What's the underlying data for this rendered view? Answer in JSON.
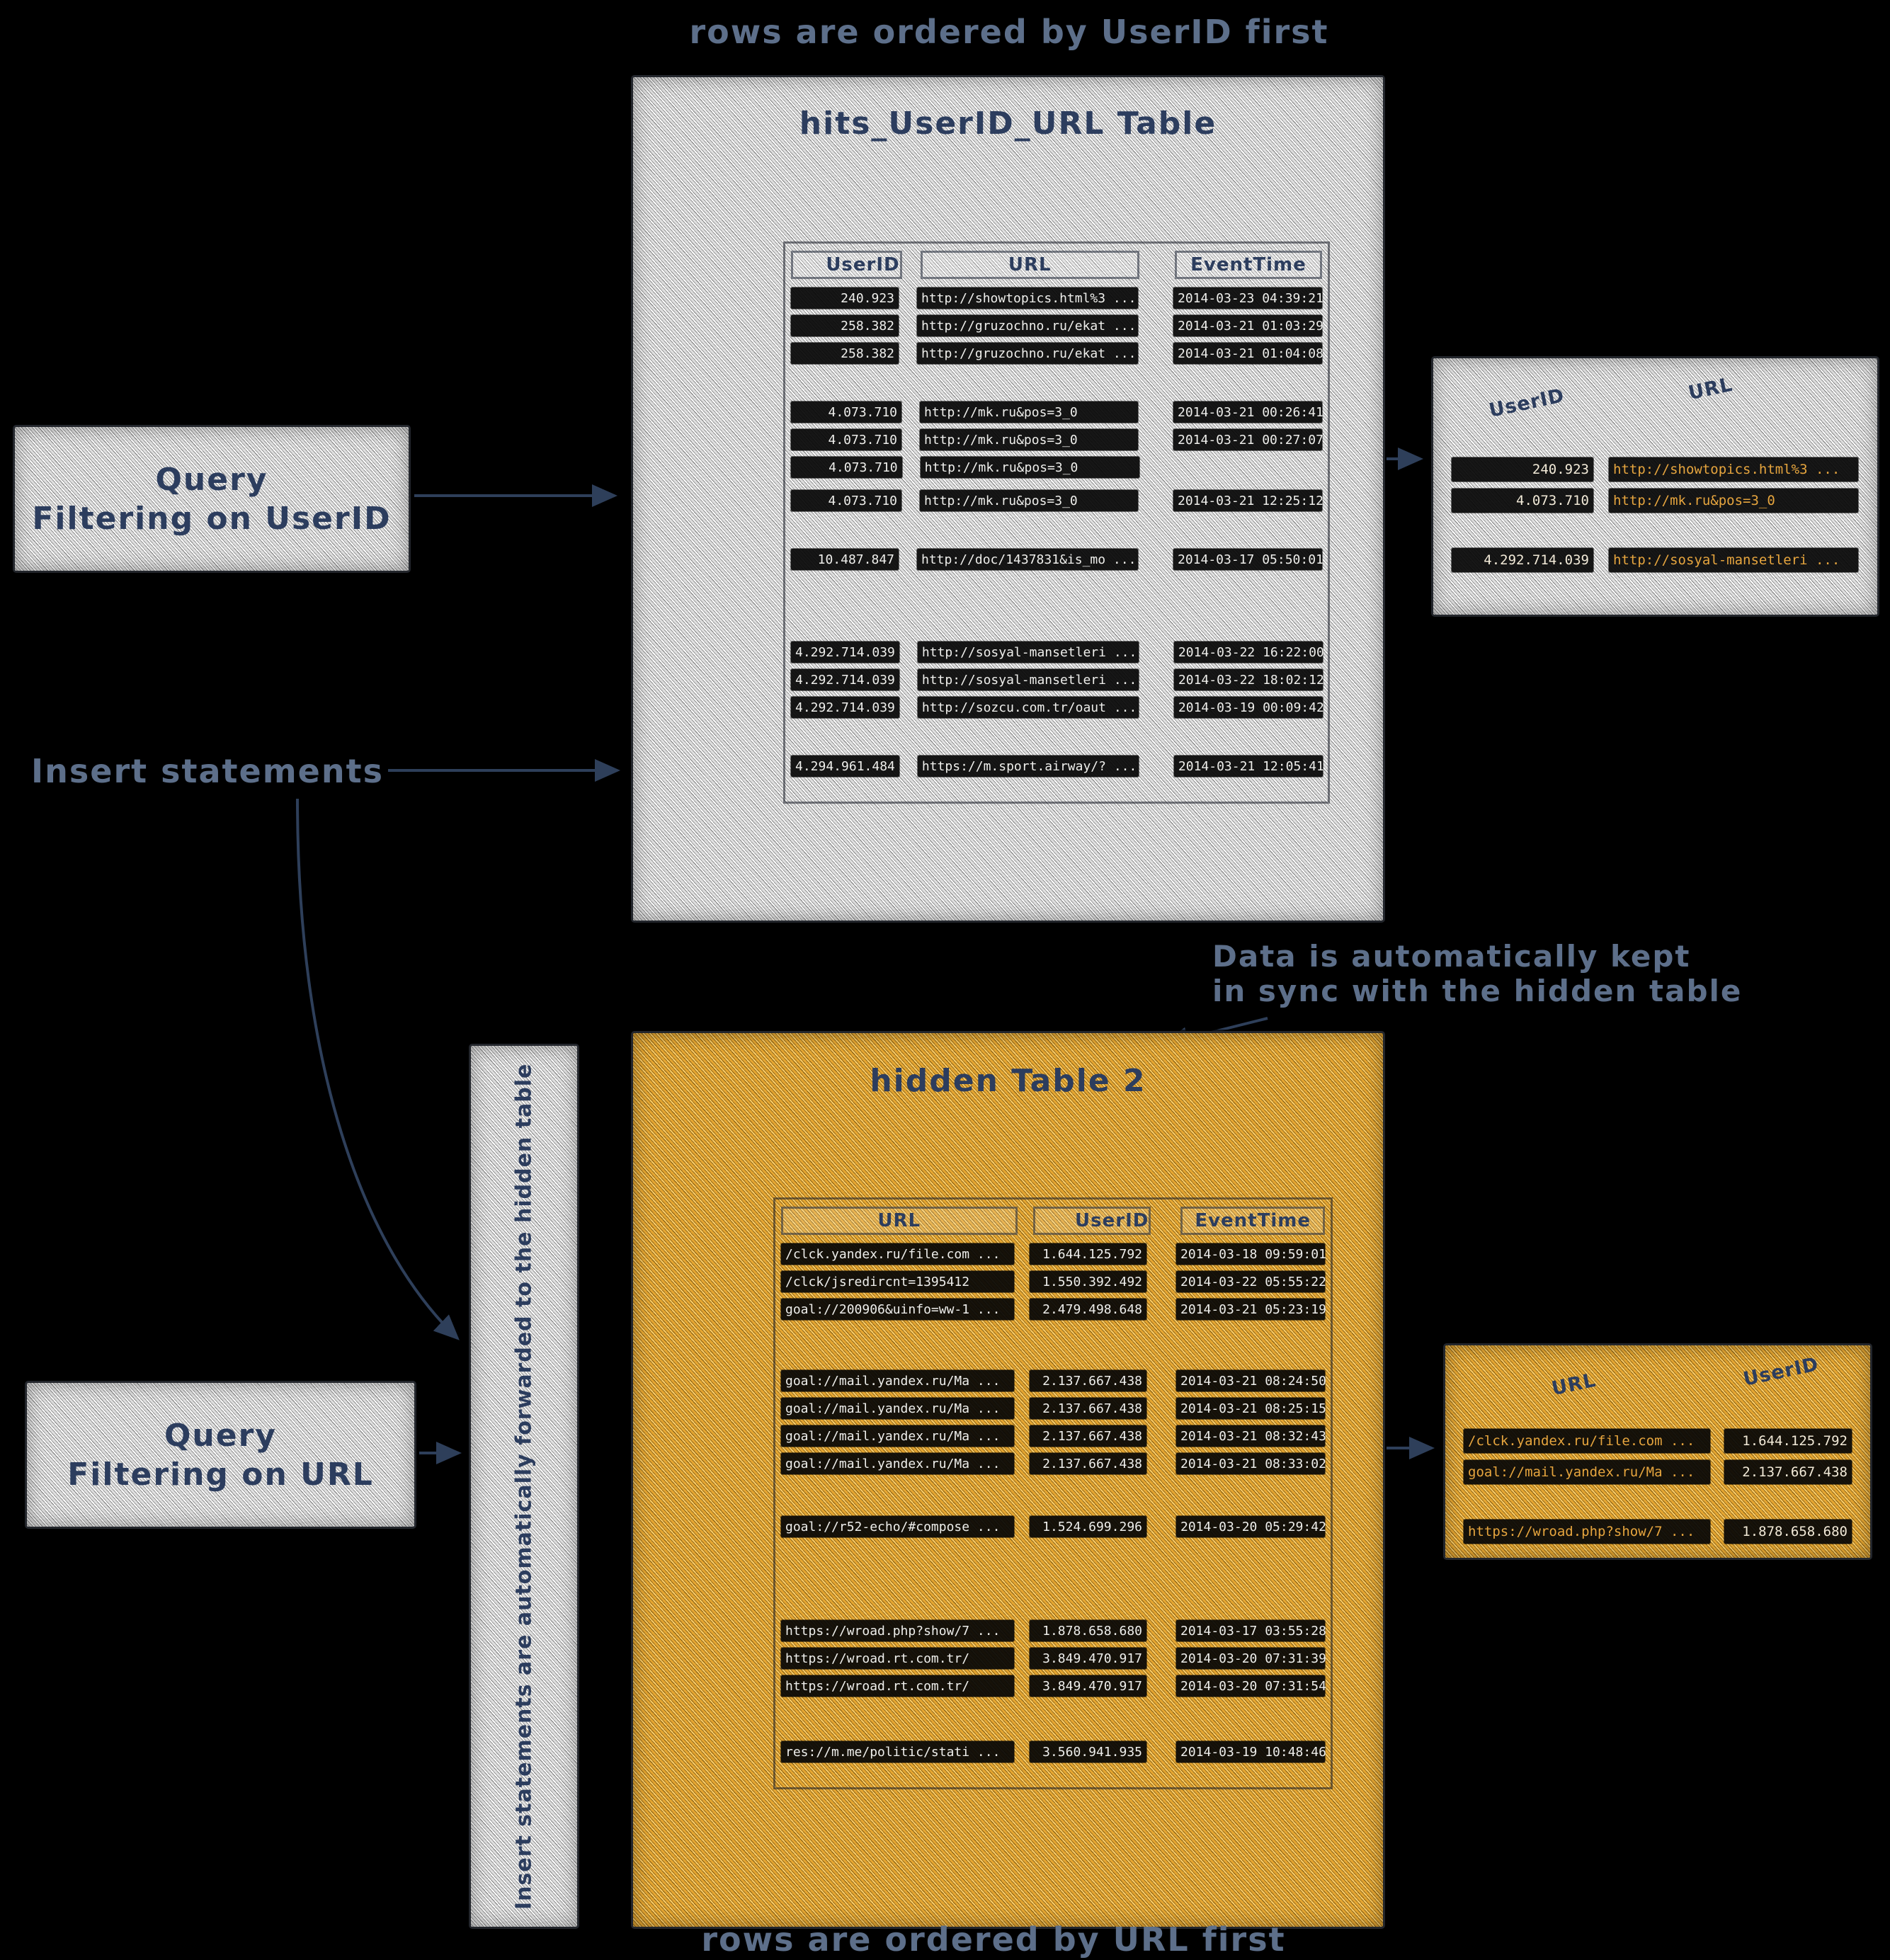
{
  "annotations": {
    "top_note": "rows are ordered by UserID first",
    "bottom_note": "rows are ordered by URL first",
    "sync_line1": "Data is automatically kept",
    "sync_line2": "in sync with the hidden table",
    "insert_label": "Insert statements",
    "vertical_note": "Insert statements are automatically forwarded to the hidden table"
  },
  "query_userid_box": {
    "line1": "Query",
    "line2": "Filtering on UserID"
  },
  "query_url_box": {
    "line1": "Query",
    "line2": "Filtering on URL"
  },
  "main_table": {
    "title": "hits_UserID_URL Table",
    "headers": [
      "UserID",
      "URL",
      "EventTime"
    ],
    "rows": [
      {
        "c": [
          "240.923",
          "http://showtopics.html%3 ...",
          "2014-03-23 04:39:21"
        ]
      },
      {
        "c": [
          "258.382",
          "http://gruzochno.ru/ekat ...",
          "2014-03-21 01:03:29"
        ]
      },
      {
        "c": [
          "258.382",
          "http://gruzochno.ru/ekat ...",
          "2014-03-21 01:04:08"
        ]
      },
      {
        "gap": 44
      },
      {
        "c": [
          "4.073.710",
          "http://mk.ru&pos=3_0",
          "2014-03-21 00:26:41"
        ]
      },
      {
        "c": [
          "4.073.710",
          "http://mk.ru&pos=3_0",
          "2014-03-21 00:27:07"
        ]
      },
      {
        "c": [
          "4.073.710",
          "http://mk.ru&pos=3_0",
          ""
        ]
      },
      {
        "gap": 8
      },
      {
        "c": [
          "4.073.710",
          "http://mk.ru&pos=3_0",
          "2014-03-21 12:25:12"
        ]
      },
      {
        "gap": 44
      },
      {
        "c": [
          "10.487.847",
          "http://doc/1437831&is_mo ...",
          "2014-03-17 05:50:01"
        ]
      },
      {
        "gap": 92
      },
      {
        "c": [
          "4.292.714.039",
          "http://sosyal-mansetleri ...",
          "2014-03-22 16:22:00"
        ]
      },
      {
        "c": [
          "4.292.714.039",
          "http://sosyal-mansetleri ...",
          "2014-03-22 18:02:12"
        ]
      },
      {
        "c": [
          "4.292.714.039",
          "http://sozcu.com.tr/oaut ...",
          "2014-03-19 00:09:42"
        ]
      },
      {
        "gap": 44
      },
      {
        "c": [
          "4.294.961.484",
          "https://m.sport.airway/? ...",
          "2014-03-21 12:05:41"
        ]
      }
    ]
  },
  "hidden_table": {
    "title": "hidden Table 2",
    "headers": [
      "URL",
      "UserID",
      "EventTime"
    ],
    "rows": [
      {
        "c": [
          "/clck.yandex.ru/file.com ...",
          "1.644.125.792",
          "2014-03-18 09:59:01"
        ]
      },
      {
        "c": [
          "/clck/jsredircnt=1395412",
          "1.550.392.492",
          "2014-03-22 05:55:22"
        ]
      },
      {
        "c": [
          "goal://200906&uinfo=ww-1 ...",
          "2.479.498.648",
          "2014-03-21 05:23:19"
        ]
      },
      {
        "gap": 62
      },
      {
        "c": [
          "goal://mail.yandex.ru/Ma ...",
          "2.137.667.438",
          "2014-03-21 08:24:50"
        ]
      },
      {
        "c": [
          "goal://mail.yandex.ru/Ma ...",
          "2.137.667.438",
          "2014-03-21 08:25:15"
        ]
      },
      {
        "c": [
          "goal://mail.yandex.ru/Ma ...",
          "2.137.667.438",
          "2014-03-21 08:32:43"
        ]
      },
      {
        "c": [
          "goal://mail.yandex.ru/Ma ...",
          "2.137.667.438",
          "2014-03-21 08:33:02"
        ]
      },
      {
        "gap": 50
      },
      {
        "c": [
          "goal://r52-echo/#compose ...",
          "1.524.699.296",
          "2014-03-20 05:29:42"
        ]
      },
      {
        "gap": 108
      },
      {
        "c": [
          "https://wroad.php?show/7 ...",
          "1.878.658.680",
          "2014-03-17 03:55:28"
        ]
      },
      {
        "c": [
          "https://wroad.rt.com.tr/",
          "3.849.470.917",
          "2014-03-20 07:31:39"
        ]
      },
      {
        "c": [
          "https://wroad.rt.com.tr/",
          "3.849.470.917",
          "2014-03-20 07:31:54"
        ]
      },
      {
        "gap": 54
      },
      {
        "c": [
          "res://m.me/politic/stati ...",
          "3.560.941.935",
          "2014-03-19 10:48:46"
        ]
      }
    ]
  },
  "result_userid_box": {
    "headers": [
      "UserID",
      "URL"
    ],
    "rows": [
      {
        "c": [
          "240.923",
          "http://showtopics.html%3 ..."
        ]
      },
      {
        "c": [
          "4.073.710",
          "http://mk.ru&pos=3_0"
        ]
      },
      {
        "gap": 40
      },
      {
        "c": [
          "4.292.714.039",
          "http://sosyal-mansetleri ..."
        ]
      }
    ]
  },
  "result_url_box": {
    "headers": [
      "URL",
      "UserID"
    ],
    "rows": [
      {
        "c": [
          "/clck.yandex.ru/file.com ...",
          "1.644.125.792"
        ]
      },
      {
        "c": [
          "goal://mail.yandex.ru/Ma ...",
          "2.137.667.438"
        ]
      },
      {
        "gap": 40
      },
      {
        "c": [
          "https://wroad.php?show/7 ...",
          "1.878.658.680"
        ]
      }
    ]
  },
  "colors": {
    "amber": "#e6a53e",
    "navy": "#2c3d5e",
    "note_blue": "#5d6f8a"
  }
}
